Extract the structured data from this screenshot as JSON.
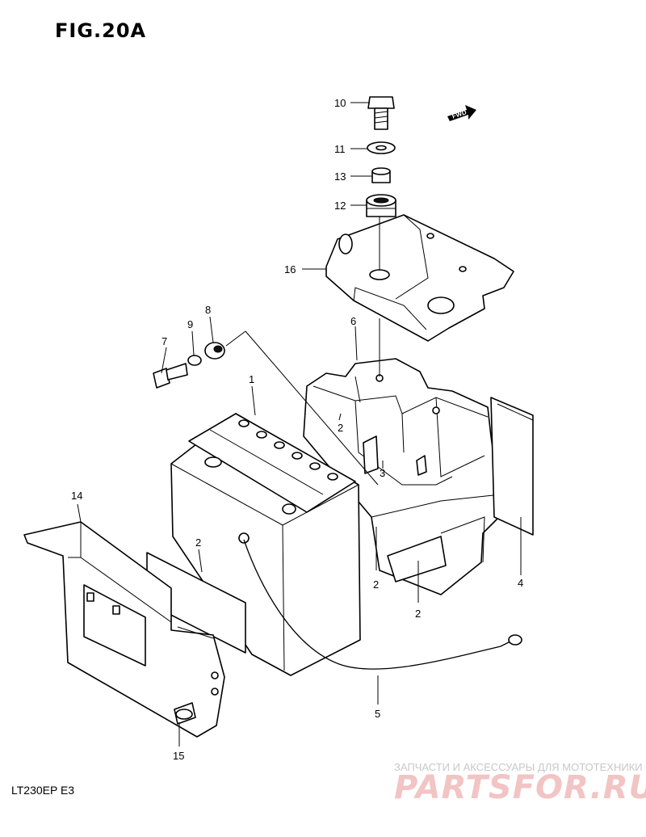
{
  "figure": {
    "title": "FIG.20A"
  },
  "model": {
    "code": "LT230EP  E3"
  },
  "fwd_label": "FWD",
  "callouts": [
    {
      "id": "c1",
      "label": "1"
    },
    {
      "id": "c2a",
      "label": "2"
    },
    {
      "id": "c2b",
      "label": "2"
    },
    {
      "id": "c2c",
      "label": "2"
    },
    {
      "id": "c2d",
      "label": "2"
    },
    {
      "id": "c3",
      "label": "3"
    },
    {
      "id": "c4",
      "label": "4"
    },
    {
      "id": "c5",
      "label": "5"
    },
    {
      "id": "c6",
      "label": "6"
    },
    {
      "id": "c7",
      "label": "7"
    },
    {
      "id": "c8",
      "label": "8"
    },
    {
      "id": "c9",
      "label": "9"
    },
    {
      "id": "c10",
      "label": "10"
    },
    {
      "id": "c11",
      "label": "11"
    },
    {
      "id": "c12",
      "label": "12"
    },
    {
      "id": "c13",
      "label": "13"
    },
    {
      "id": "c14",
      "label": "14"
    },
    {
      "id": "c15",
      "label": "15"
    },
    {
      "id": "c16",
      "label": "16"
    }
  ],
  "watermark": {
    "subtitle": "ЗАПЧАСТИ И АКСЕССУАРЫ ДЛЯ МОТОТЕХНИКИ",
    "brand": "PARTSFOR.RU"
  }
}
